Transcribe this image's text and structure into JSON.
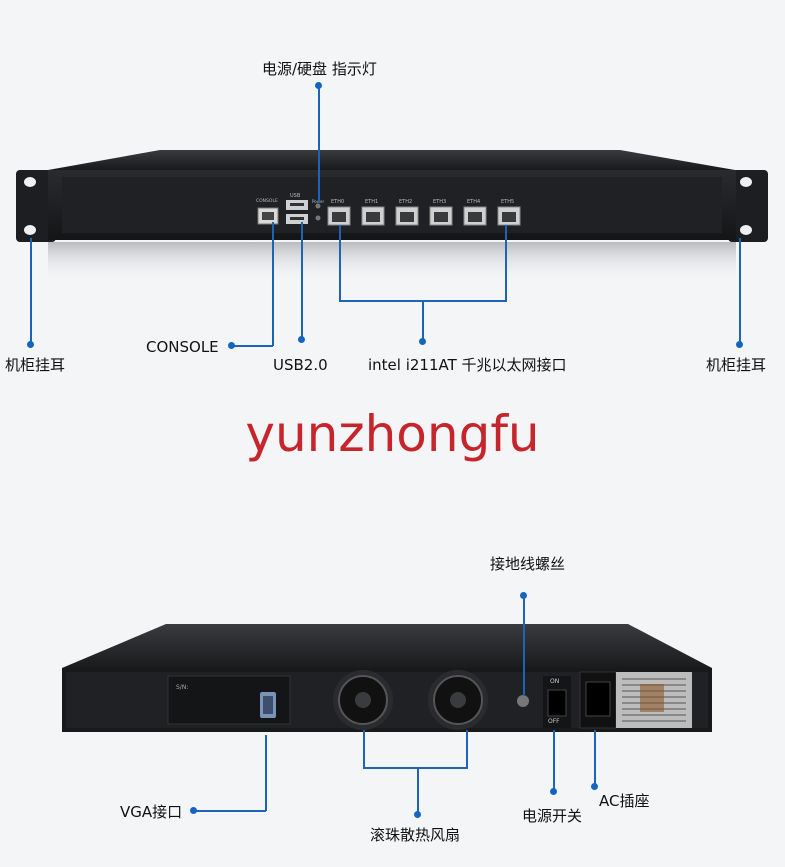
{
  "front_panel": {
    "callouts": {
      "indicator": "电源/硬盘 指示灯",
      "ear_left": "机柜挂耳",
      "ear_right": "机柜挂耳",
      "console": "CONSOLE",
      "usb": "USB2.0",
      "lan": "intel i211AT 千兆以太网接口"
    },
    "panel_labels": {
      "console": "CONSOLE",
      "usb": "USB",
      "power": "Power",
      "eth": [
        "ETH0",
        "ETH1",
        "ETH2",
        "ETH3",
        "ETH4",
        "ETH5"
      ]
    }
  },
  "watermark": "yunzhongfu",
  "rear_panel": {
    "callouts": {
      "ground": "接地线螺丝",
      "vga": "VGA接口",
      "fans": "滚珠散热风扇",
      "power_switch": "电源开关",
      "ac": "AC插座"
    },
    "panel_labels": {
      "sn": "S/N:",
      "on": "ON",
      "off": "OFF"
    }
  },
  "colors": {
    "callout_line": "#1e63b5",
    "watermark": "#c6252b",
    "chassis": "#1b1c1f"
  }
}
